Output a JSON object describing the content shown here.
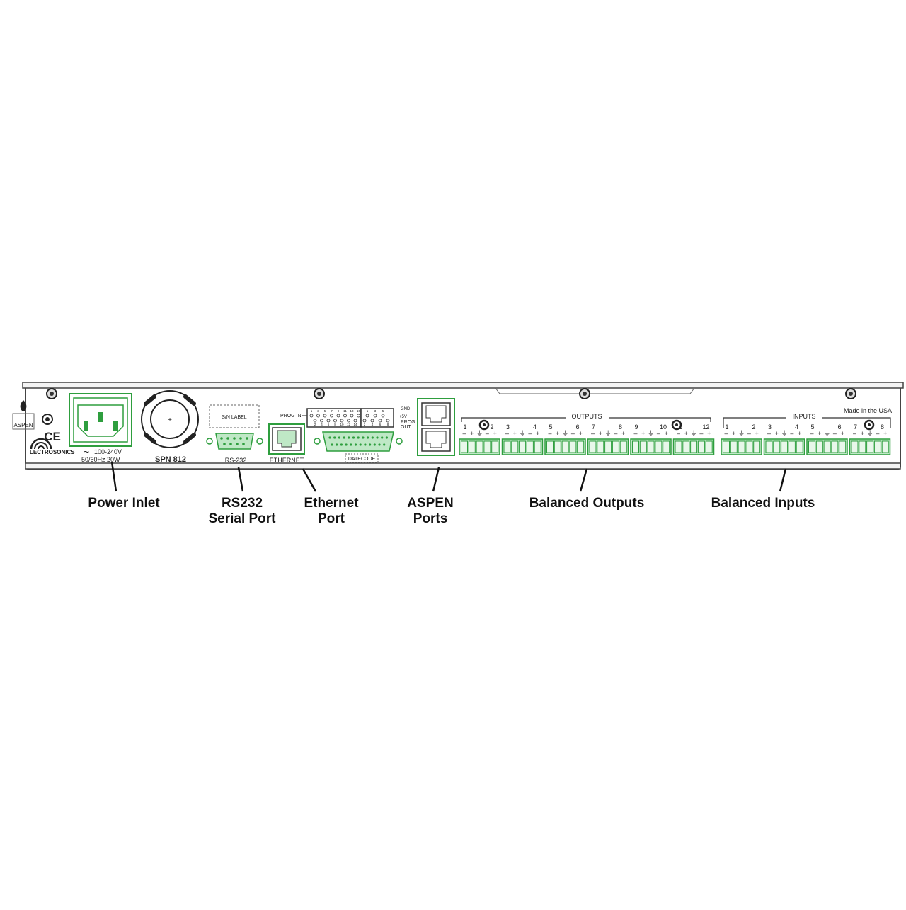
{
  "panel": {
    "brand_logo_text": "ASPEN",
    "maker_logo_text": "LECTROSONICS",
    "ce_mark": "CE",
    "power_spec_line1": "100-240V",
    "power_spec_line2": "50/60Hz  20W",
    "model": "SPN 812",
    "sn_label": "S/N LABEL",
    "rs232_label": "RS-232",
    "ethernet_label": "ETHERNET",
    "prog_in_label": "PROG IN",
    "gnd_label": "GND",
    "plus5v_label": "+5V",
    "prog_out_label": "PROG",
    "prog_out_label2": "OUT",
    "datecode_label": "DATECODE",
    "outputs_label": "OUTPUTS",
    "inputs_label": "INPUTS",
    "made_in": "Made in the USA",
    "output_channels": [
      "1",
      "2",
      "3",
      "4",
      "5",
      "6",
      "7",
      "8",
      "9",
      "10",
      "11",
      "12"
    ],
    "input_channels": [
      "1",
      "2",
      "3",
      "4",
      "5",
      "6",
      "7",
      "8"
    ],
    "prog_in_top_pins": [
      "1",
      "3",
      "5",
      "7",
      "9",
      "11",
      "13",
      "15"
    ],
    "prog_in_bottom_pins": [
      "2",
      "4",
      "6",
      "8",
      "10",
      "12",
      "14"
    ],
    "prog_out_top_pins": [
      "1",
      "3",
      "5"
    ],
    "prog_out_bottom_pins": [
      "2",
      "4",
      "6",
      "8"
    ]
  },
  "callouts": {
    "power_inlet": [
      "Power Inlet"
    ],
    "rs232": [
      "RS232",
      "Serial Port"
    ],
    "ethernet": [
      "Ethernet",
      "Port"
    ],
    "aspen": [
      "ASPEN",
      "Ports"
    ],
    "balanced_outputs": [
      "Balanced Outputs"
    ],
    "balanced_inputs": [
      "Balanced Inputs"
    ]
  },
  "colors": {
    "connector_green": "#2e9e3e",
    "connector_fill": "#bfe8c6",
    "outline": "#333333"
  }
}
